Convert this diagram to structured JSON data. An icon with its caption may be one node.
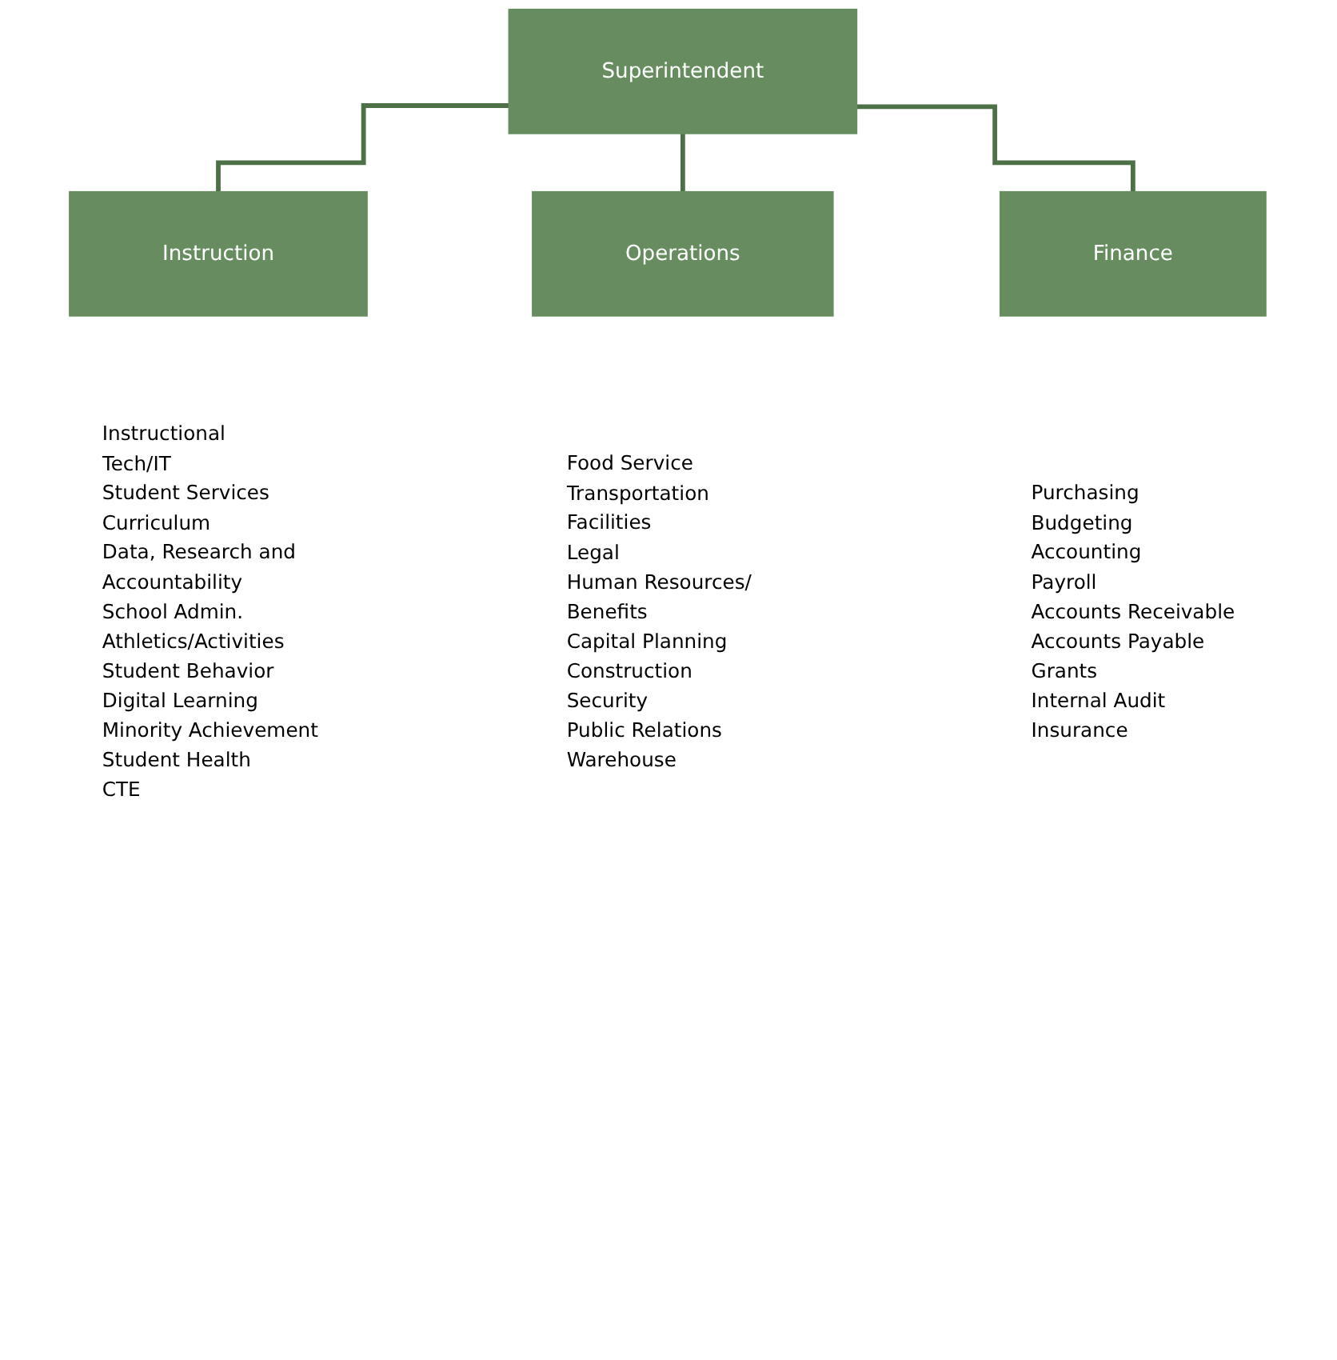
{
  "diagram": {
    "nodes": [
      {
        "text": [
          "Superintendent"
        ]
      },
      {
        "text": [
          "Instruction"
        ],
        "beside": [
          "Instructional",
          "Tech/IT",
          "Student Services",
          "Curriculum",
          "Data, Research and Accountability",
          "School Admin.",
          "Athletics/Activities",
          "Student Behavior",
          "Digital Learning",
          "Minority Achievement",
          "Student Health",
          "CTE"
        ]
      },
      {
        "text": [
          "Operations"
        ],
        "beside": [
          "Food Service",
          "Transportation",
          "Facilities",
          "Legal",
          "Human Resources/ Benefits",
          "Capital Planning",
          "Construction",
          "Security",
          "Public Relations",
          "Warehouse"
        ]
      },
      {
        "text": [
          "Finance"
        ],
        "beside": [
          "Purchasing",
          "Budgeting",
          "Accounting",
          "Payroll",
          "Accounts Receivable",
          "Accounts Payable",
          "Grants",
          "Internal Audit",
          "Insurance"
        ]
      }
    ],
    "edges": [
      {
        "from": 0,
        "to": 1,
        "arrow": "none"
      },
      {
        "from": 0,
        "to": 2,
        "arrow": "none"
      },
      {
        "from": 0,
        "to": 3,
        "arrow": "none"
      }
    ]
  }
}
